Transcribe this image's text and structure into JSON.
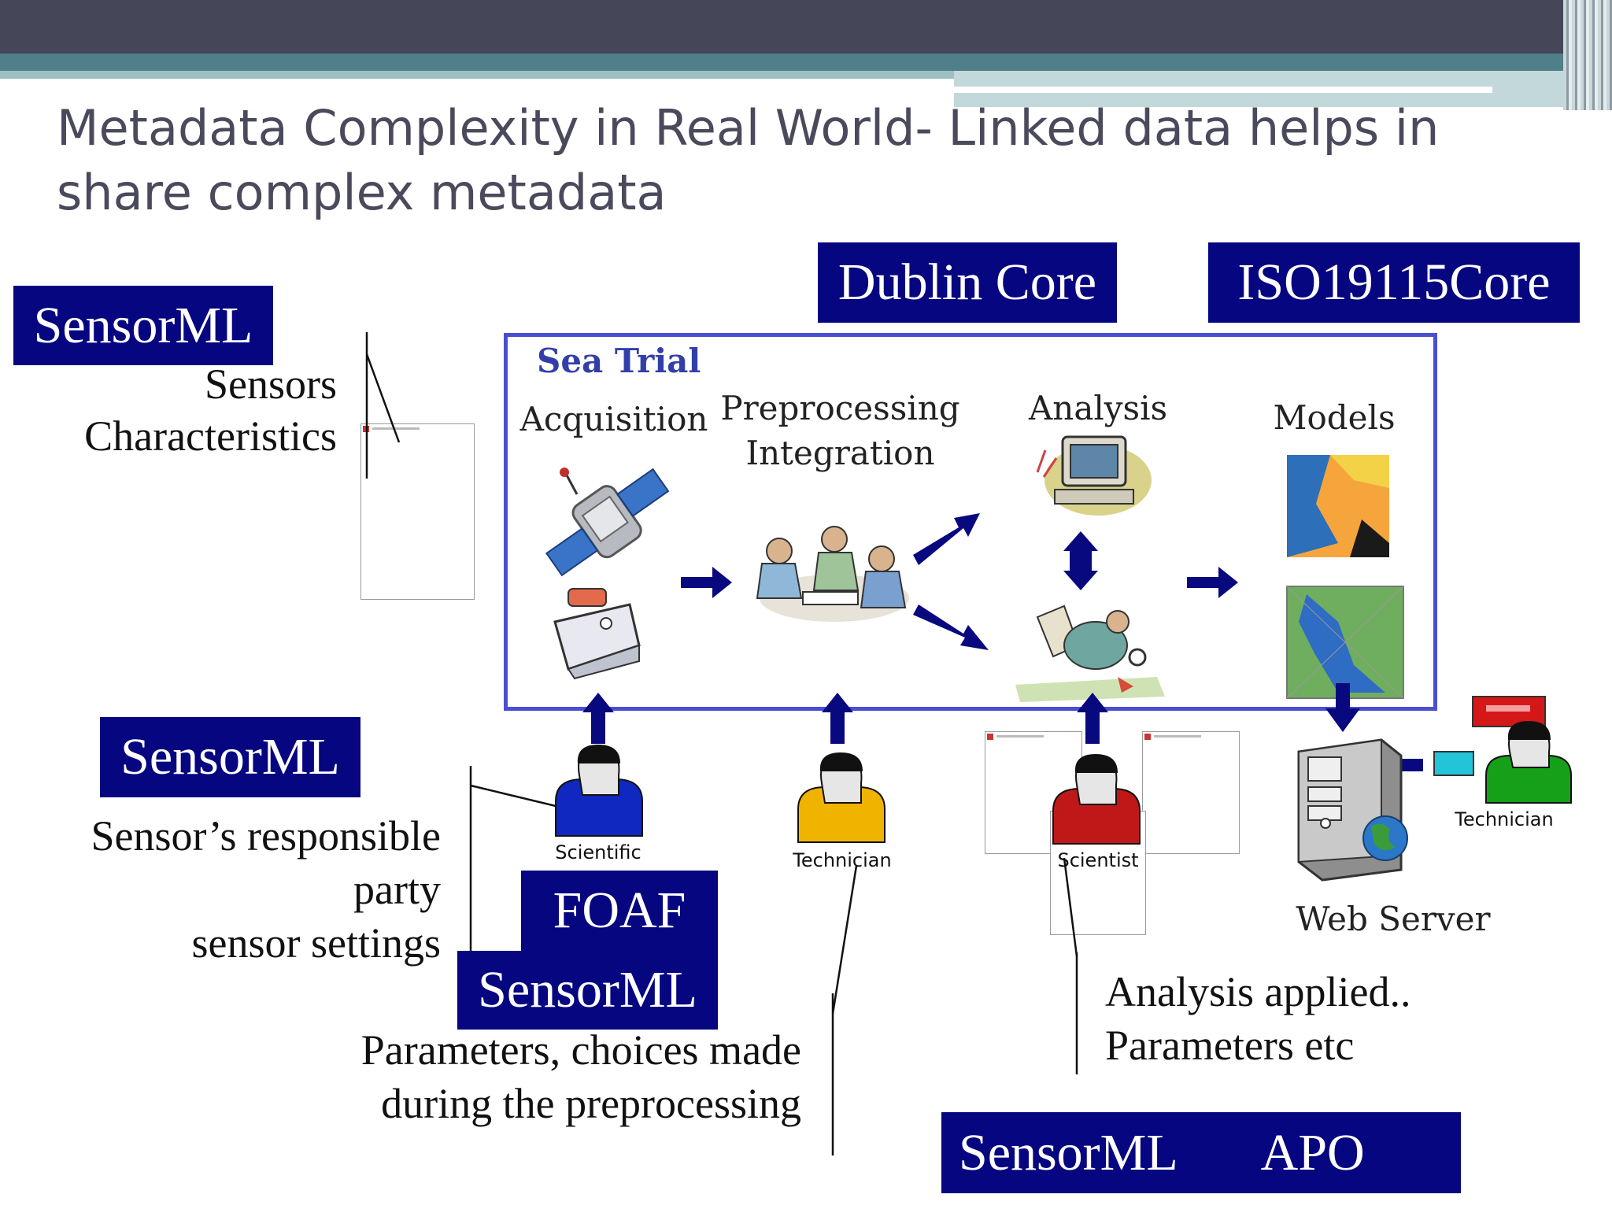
{
  "title": "Metadata Complexity in Real World- Linked data helps in share complex metadata",
  "badges": {
    "sensorml_top": "SensorML",
    "dublin_core": "Dublin Core",
    "iso": "ISO19115Core",
    "sensorml_mid": "SensorML",
    "foaf": "FOAF",
    "sensorml_low": "SensorML",
    "sensorml_bottom": "SensorML",
    "apo": "APO"
  },
  "captions": {
    "sensors": "Sensors",
    "characteristics": "Characteristics",
    "responsible": "Sensor’s responsible",
    "party": "party",
    "settings": "sensor settings",
    "params1": "Parameters, choices made",
    "params2": "during the preprocessing",
    "analysis1": "Analysis applied..",
    "analysis2": "Parameters etc"
  },
  "diagram": {
    "sea_trial": "Sea Trial",
    "acquisition": "Acquisition",
    "preprocessing": "Preprocessing",
    "integration": "Integration",
    "analysis": "Analysis",
    "models": "Models",
    "web_server": "Web Server"
  },
  "roles": {
    "scientific": "Scientific",
    "technician_mid": "Technician",
    "scientist": "Scientist",
    "technician_right": "Technician"
  },
  "icons": [
    "satellite-icon",
    "ship-icon",
    "team-meeting-icon",
    "computer-icon",
    "scientist-searching-icon",
    "map-model-icon",
    "server-icon",
    "person-icon",
    "arrow-icon"
  ]
}
